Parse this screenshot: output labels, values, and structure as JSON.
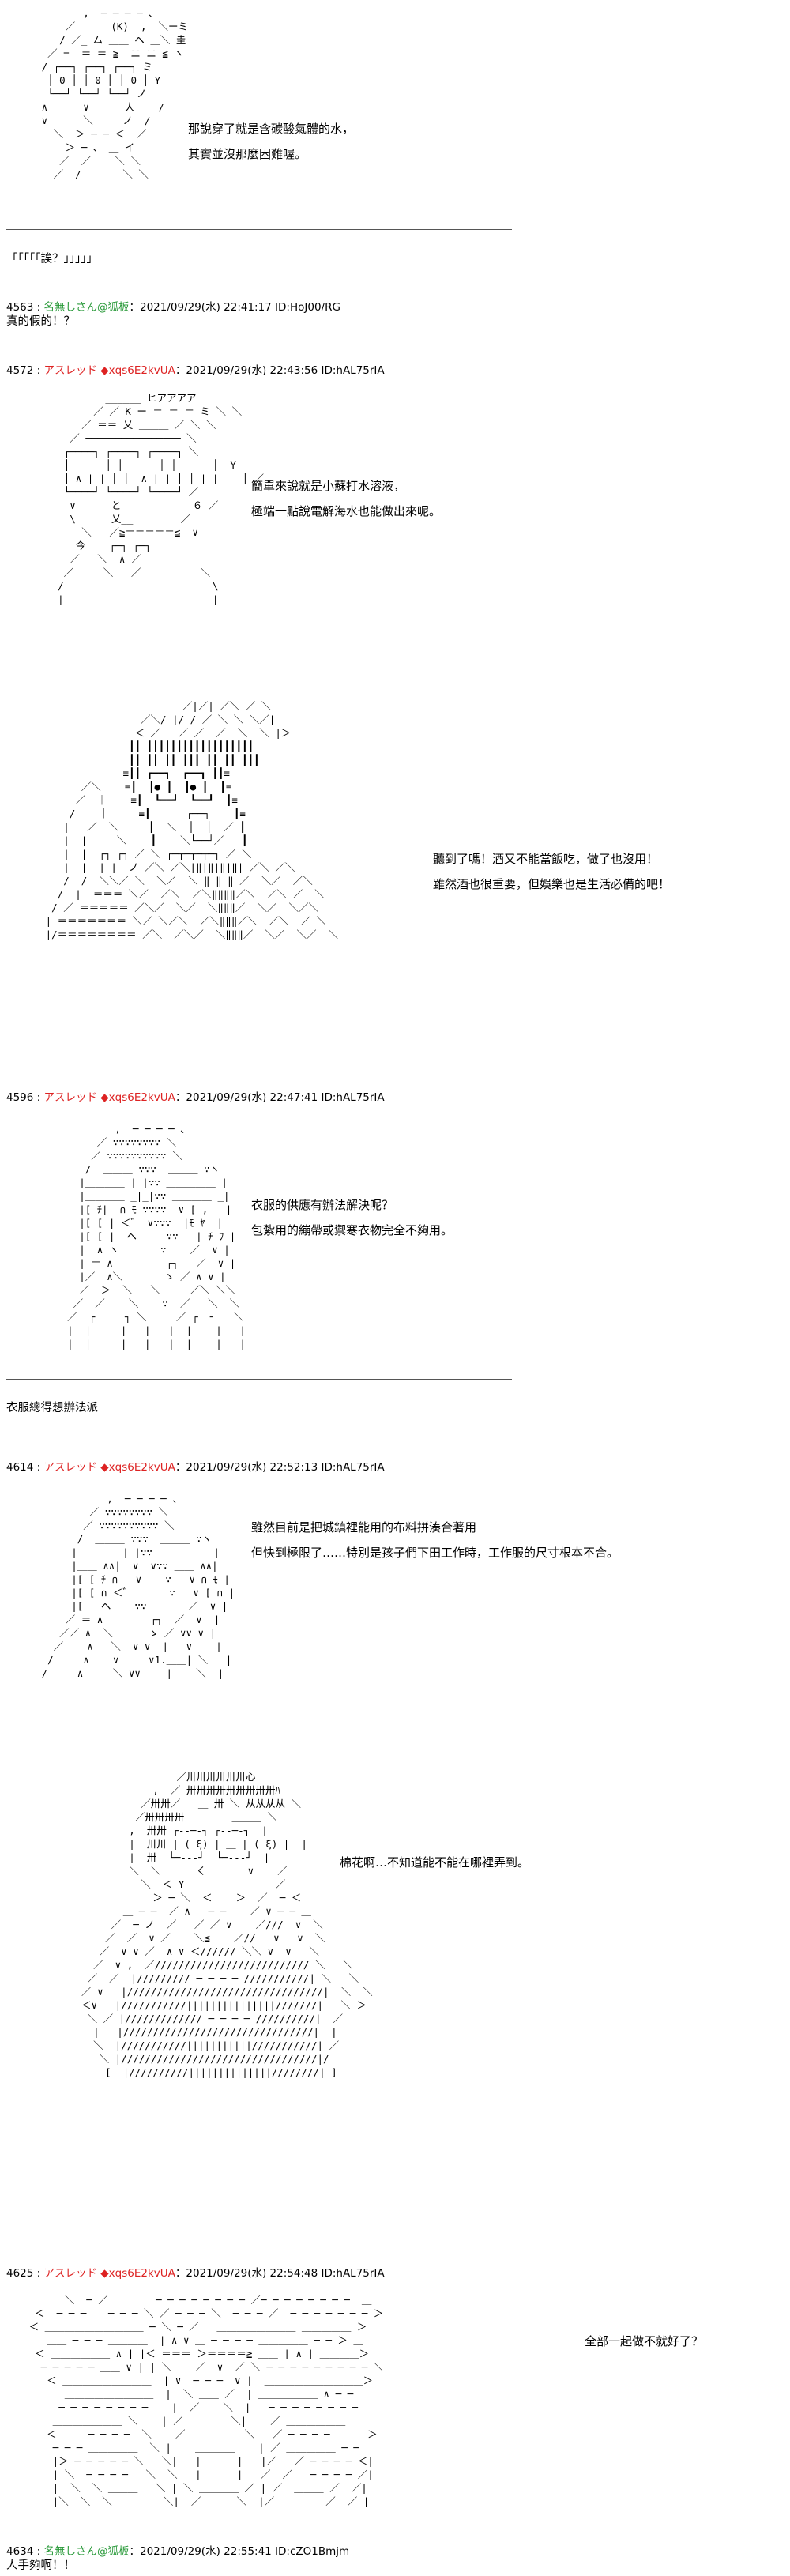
{
  "posts": {
    "p4563": {
      "no": "4563 :",
      "name": "名無しさん@狐板",
      "date": "：2021/09/29(水) 22:41:17 ID:HoJ00/RG",
      "body": "真的假的！？"
    },
    "p4572": {
      "no": "4572 :",
      "name": "アスレッド",
      "trip": "◆xqs6E2kvUA",
      "date": "：2021/09/29(水) 22:43:56 ID:hAL75rIA"
    },
    "p4596": {
      "no": "4596 :",
      "name": "アスレッド",
      "trip": "◆xqs6E2kvUA",
      "date": "：2021/09/29(水) 22:47:41 ID:hAL75rIA"
    },
    "p4614": {
      "no": "4614 :",
      "name": "アスレッド",
      "trip": "◆xqs6E2kvUA",
      "date": "：2021/09/29(水) 22:52:13 ID:hAL75rIA"
    },
    "p4625": {
      "no": "4625 :",
      "name": "アスレッド",
      "trip": "◆xqs6E2kvUA",
      "date": "：2021/09/29(水) 22:54:48 ID:hAL75rIA"
    },
    "p4634": {
      "no": "4634 :",
      "name": "名無しさん@狐板",
      "date": "：2021/09/29(水) 22:55:41 ID:cZO1Bmjm",
      "body": "人手夠啊！！"
    }
  },
  "dialogue": {
    "s1_line1": "那說穿了就是含碳酸氣體的水，",
    "s1_line2": "其實並沒那麼困難喔。",
    "s1_narration": "「「「「「誒？」」」」」",
    "s2_line1": "簡單來說就是小蘇打水溶液，",
    "s2_line2": "極端一點說電解海水也能做出來呢。",
    "s3_line1": "聽到了嗎！酒又不能當飯吃，做了也沒用！",
    "s3_line2": "雖然酒也很重要，但娛樂也是生活必備的吧！",
    "s4_line1": "衣服的供應有辦法解決呢？",
    "s4_line2": "包紮用的繃帶或禦寒衣物完全不夠用。",
    "s4_narration": "衣服總得想辦法派",
    "s5_line1": "雖然目前是把城鎮裡能用的布料拼湊合著用",
    "s5_line2": "但快到極限了……特別是孩子們下田工作時，工作服的尺寸根本不合。",
    "s6_line1": "棉花啊…不知道能不能在哪裡弄到。",
    "s7_line1": "全部一起做不就好了？"
  }
}
